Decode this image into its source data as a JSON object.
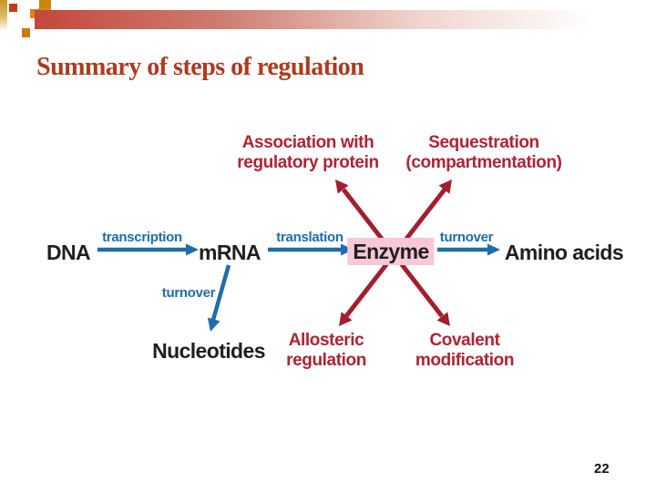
{
  "slide": {
    "title": "Summary of steps of regulation",
    "page_number": "22"
  },
  "colors": {
    "title_red": "#ae3a1e",
    "figure_red_text": "#b12233",
    "figure_red_arrow": "#a31e2f",
    "figure_blue": "#1e6cab",
    "figure_black": "#1f1f1f",
    "enzyme_pink": "#f8c8d8",
    "banner_red": "#c4483a",
    "decor_gold": "#cf9217"
  },
  "pathway": {
    "dna": "DNA",
    "mrna": "mRNA",
    "enzyme": "Enzyme",
    "amino_acids": "Amino acids",
    "nucleotides": "Nucleotides",
    "edge_transcription": "transcription",
    "edge_translation": "translation",
    "edge_turnover_enzyme": "turnover",
    "edge_turnover_mrna": "turnover"
  },
  "regulation_labels": {
    "association": "Association with\nregulatory protein",
    "sequestration": "Sequestration\n(compartmentation)",
    "allosteric": "Allosteric\nregulation",
    "covalent": "Covalent\nmodification"
  }
}
